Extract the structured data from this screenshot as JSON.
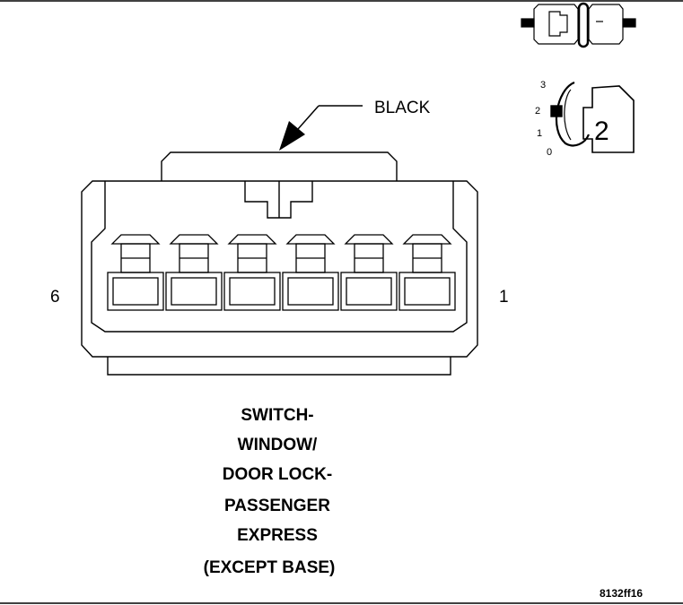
{
  "wire_color_label": "BLACK",
  "pin_left_label": "6",
  "pin_right_label": "1",
  "connector_title_lines": [
    "SWITCH-",
    "WINDOW/",
    "DOOR LOCK-",
    "PASSENGER",
    "EXPRESS",
    "(EXCEPT BASE)"
  ],
  "figure_id": "8132ff16",
  "ignition_key": {
    "position_labels": [
      "3",
      "2",
      "1",
      "0"
    ],
    "current_position": "2"
  },
  "colors": {
    "line": "#000000",
    "background": "#ffffff"
  }
}
